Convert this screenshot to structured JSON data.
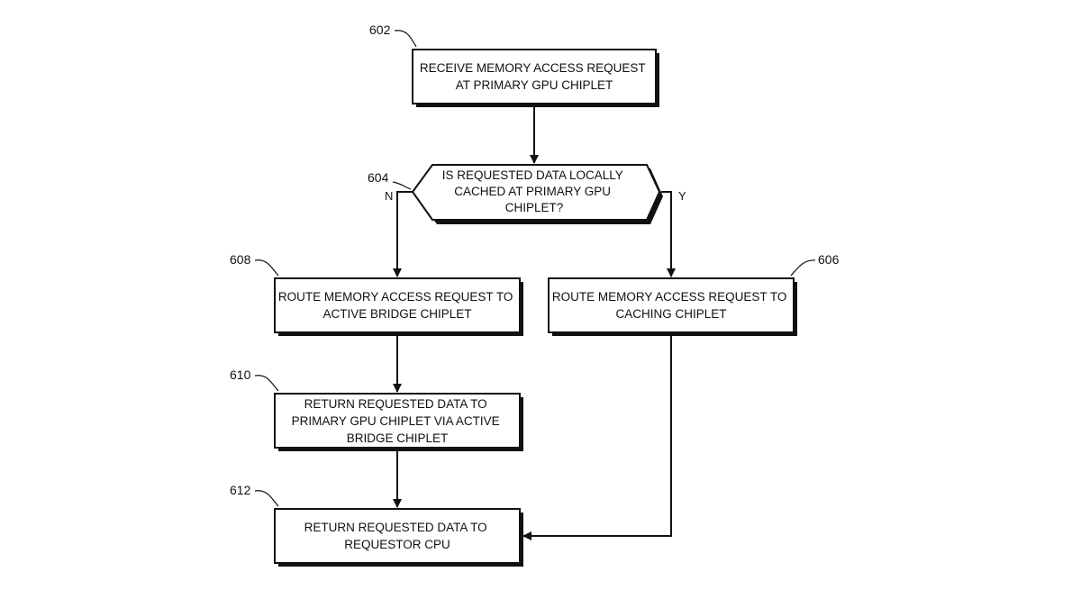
{
  "steps": {
    "s602": {
      "ref": "602",
      "lines": [
        "RECEIVE MEMORY ACCESS REQUEST",
        "AT PRIMARY GPU CHIPLET"
      ]
    },
    "s604": {
      "ref": "604",
      "lines": [
        "IS REQUESTED DATA LOCALLY",
        "CACHED AT PRIMARY GPU",
        "CHIPLET?"
      ],
      "no_label": "N",
      "yes_label": "Y"
    },
    "s606": {
      "ref": "606",
      "lines": [
        "ROUTE MEMORY ACCESS REQUEST TO",
        "CACHING CHIPLET"
      ]
    },
    "s608": {
      "ref": "608",
      "lines": [
        "ROUTE MEMORY ACCESS REQUEST TO",
        "ACTIVE BRIDGE CHIPLET"
      ]
    },
    "s610": {
      "ref": "610",
      "lines": [
        "RETURN REQUESTED DATA TO",
        "PRIMARY GPU CHIPLET VIA ACTIVE",
        "BRIDGE CHIPLET"
      ]
    },
    "s612": {
      "ref": "612",
      "lines": [
        "RETURN REQUESTED DATA TO",
        "REQUESTOR CPU"
      ]
    }
  }
}
